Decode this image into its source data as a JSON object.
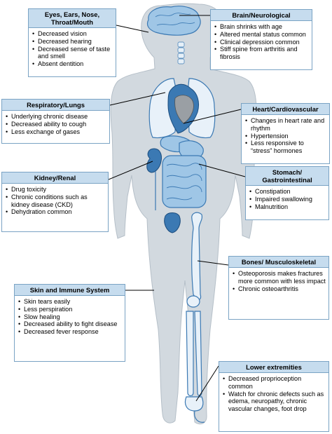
{
  "colors": {
    "body_fill": "#d2d9df",
    "box_header": "#c6dcee",
    "box_border": "#7aa3c4",
    "organ_blue": "#9fc6e6",
    "organ_stroke": "#3b79b3"
  },
  "boxes": {
    "eyes": {
      "title": "Eyes, Ears, Nose, Throat/Mouth",
      "items": [
        "Decreased vision",
        "Decreased hearing",
        "Decreased sense of taste and smell",
        "Absent dentition"
      ]
    },
    "brain": {
      "title": "Brain/Neurological",
      "items": [
        "Brain shrinks with age",
        "Altered mental status common",
        "Clinical depression common",
        "Stiff spine from arthritis and fibrosis"
      ]
    },
    "respiratory": {
      "title": "Respiratory/Lungs",
      "items": [
        "Underlying chronic disease",
        "Decreased ability to cough",
        "Less exchange of gases"
      ]
    },
    "heart": {
      "title": "Heart/Cardiovascular",
      "items": [
        "Changes in heart rate and rhythm",
        "Hypertension",
        "Less responsive to “stress” hormones"
      ]
    },
    "kidney": {
      "title": "Kidney/Renal",
      "items": [
        "Drug toxicity",
        "Chronic conditions such as kidney disease (CKD)",
        "Dehydration common"
      ]
    },
    "stomach": {
      "title": "Stomach/ Gastrointestinal",
      "items": [
        "Constipation",
        "Impaired swallowing",
        "Malnutrition"
      ]
    },
    "bones": {
      "title": "Bones/ Musculoskeletal",
      "items": [
        "Osteoporosis makes fractures more common with less impact",
        "Chronic osteoarthritis"
      ]
    },
    "skin": {
      "title": "Skin and Immune System",
      "items": [
        "Skin tears easily",
        "Less perspiration",
        "Slow healing",
        "Decreased ability to fight disease",
        "Decreased fever response"
      ]
    },
    "lower": {
      "title": "Lower extremities",
      "items": [
        "Decreased proprioception common",
        "Watch for chronic defects such as edema, neuropathy, chronic vascular changes, foot drop"
      ]
    }
  }
}
